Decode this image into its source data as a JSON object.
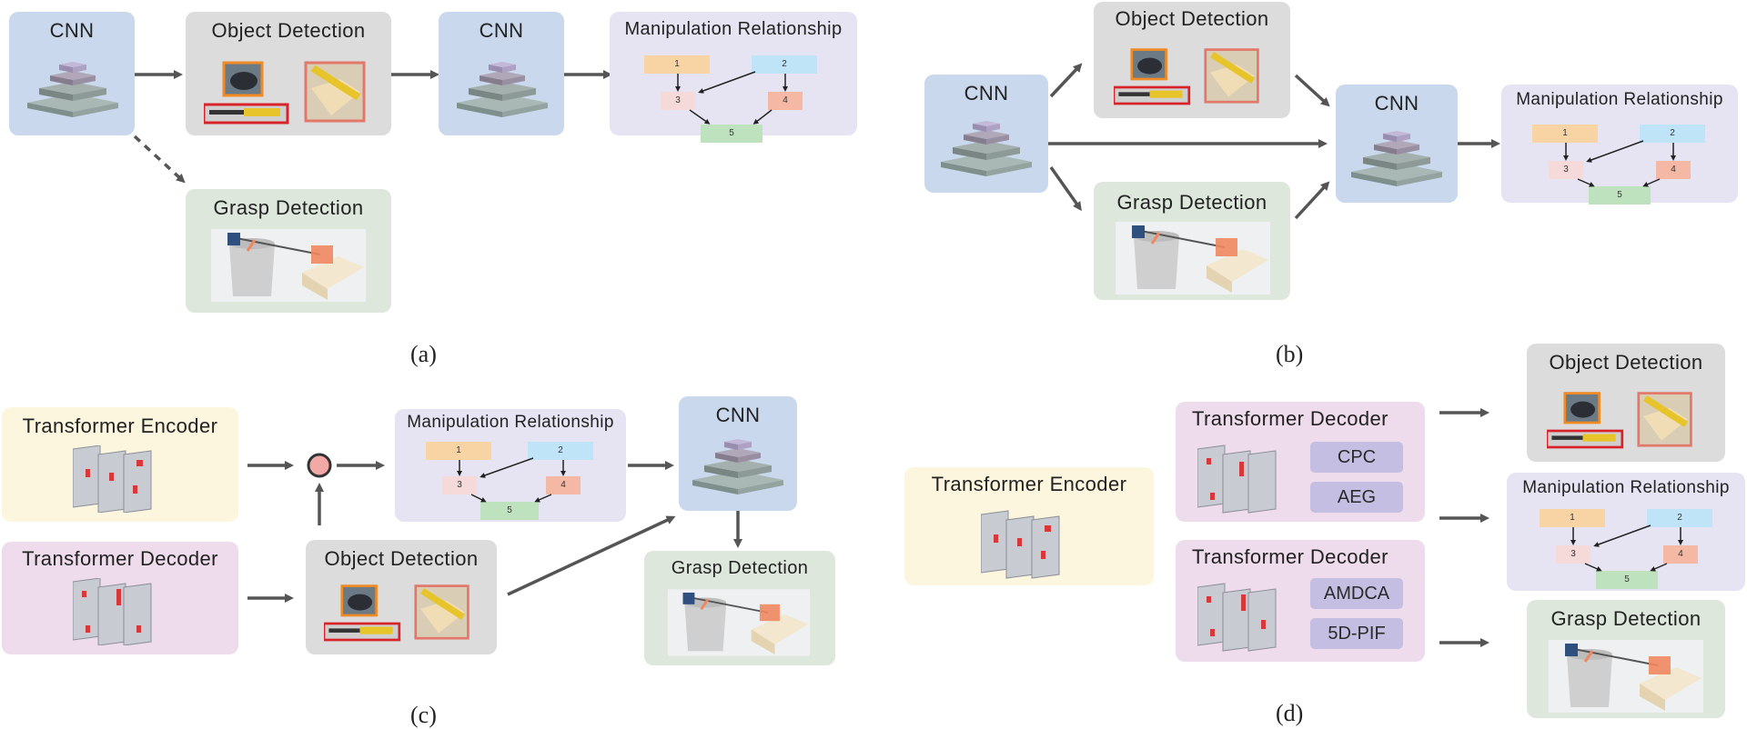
{
  "colors": {
    "cnn": "#c9d8ec",
    "object_detection": "#dcdcdc",
    "grasp_detection": "#dde7dc",
    "manipulation": "#e6e4f2",
    "encoder": "#fbf6dd",
    "decoder": "#eedcec",
    "chip": "#c4bfe2",
    "arrow": "#555555",
    "node1": "#f8d4a4",
    "node2": "#bfe3f7",
    "node3": "#f6dada",
    "node4": "#f4b8a4",
    "node5": "#bde2bd"
  },
  "labels": {
    "cnn": "CNN",
    "object_detection": "Object Detection",
    "grasp_detection": "Grasp Detection",
    "manipulation": "Manipulation Relationship",
    "encoder": "Transformer Encoder",
    "decoder": "Transformer Decoder"
  },
  "graph_nodes": [
    "1",
    "2",
    "3",
    "4",
    "5"
  ],
  "captions": {
    "a": "(a)",
    "b": "(b)",
    "c": "(c)",
    "d": "(d)"
  },
  "chips": {
    "cpc": "CPC",
    "aeg": "AEG",
    "amdca": "AMDCA",
    "pif": "5D-PIF"
  },
  "icons": [
    "cnn-pyramid-icon",
    "detection-image-icon",
    "grasp-image-icon",
    "feature-map-icon",
    "fusion-node-icon"
  ]
}
